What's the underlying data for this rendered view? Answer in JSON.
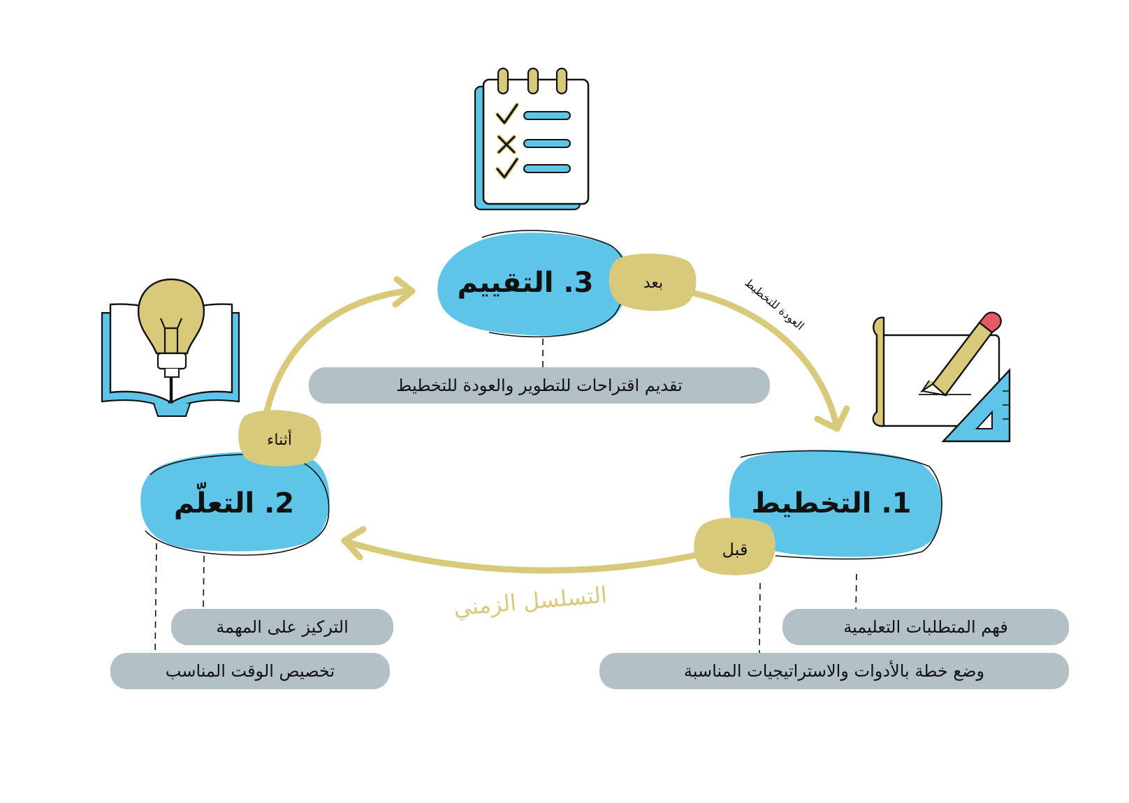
{
  "colors": {
    "blue": "#5ec4e8",
    "gold": "#d9c97a",
    "gray": "#b3c0c6",
    "ink": "#111111",
    "white": "#ffffff"
  },
  "stages": {
    "planning": {
      "title": "1. التخطيط",
      "badge": "قبل",
      "icon": "drafting-paper-pencil-ruler-icon",
      "notes": [
        "فهم المتطلبات التعليمية",
        "وضع خطة بالأدوات والاستراتيجيات المناسبة"
      ]
    },
    "learning": {
      "title": "2. التعلّم",
      "badge": "أثناء",
      "icon": "lightbulb-book-icon",
      "notes": [
        "التركيز على المهمة",
        "تخصيص الوقت المناسب"
      ]
    },
    "evaluation": {
      "title": "3. التقييم",
      "badge": "بعد",
      "icon": "checklist-notepad-icon",
      "notes": [
        "تقديم اقتراحات للتطوير والعودة للتخطيط"
      ]
    }
  },
  "arrow_labels": {
    "return": "العودة للتخطيط",
    "sequence": "التسلسل الزمني"
  }
}
